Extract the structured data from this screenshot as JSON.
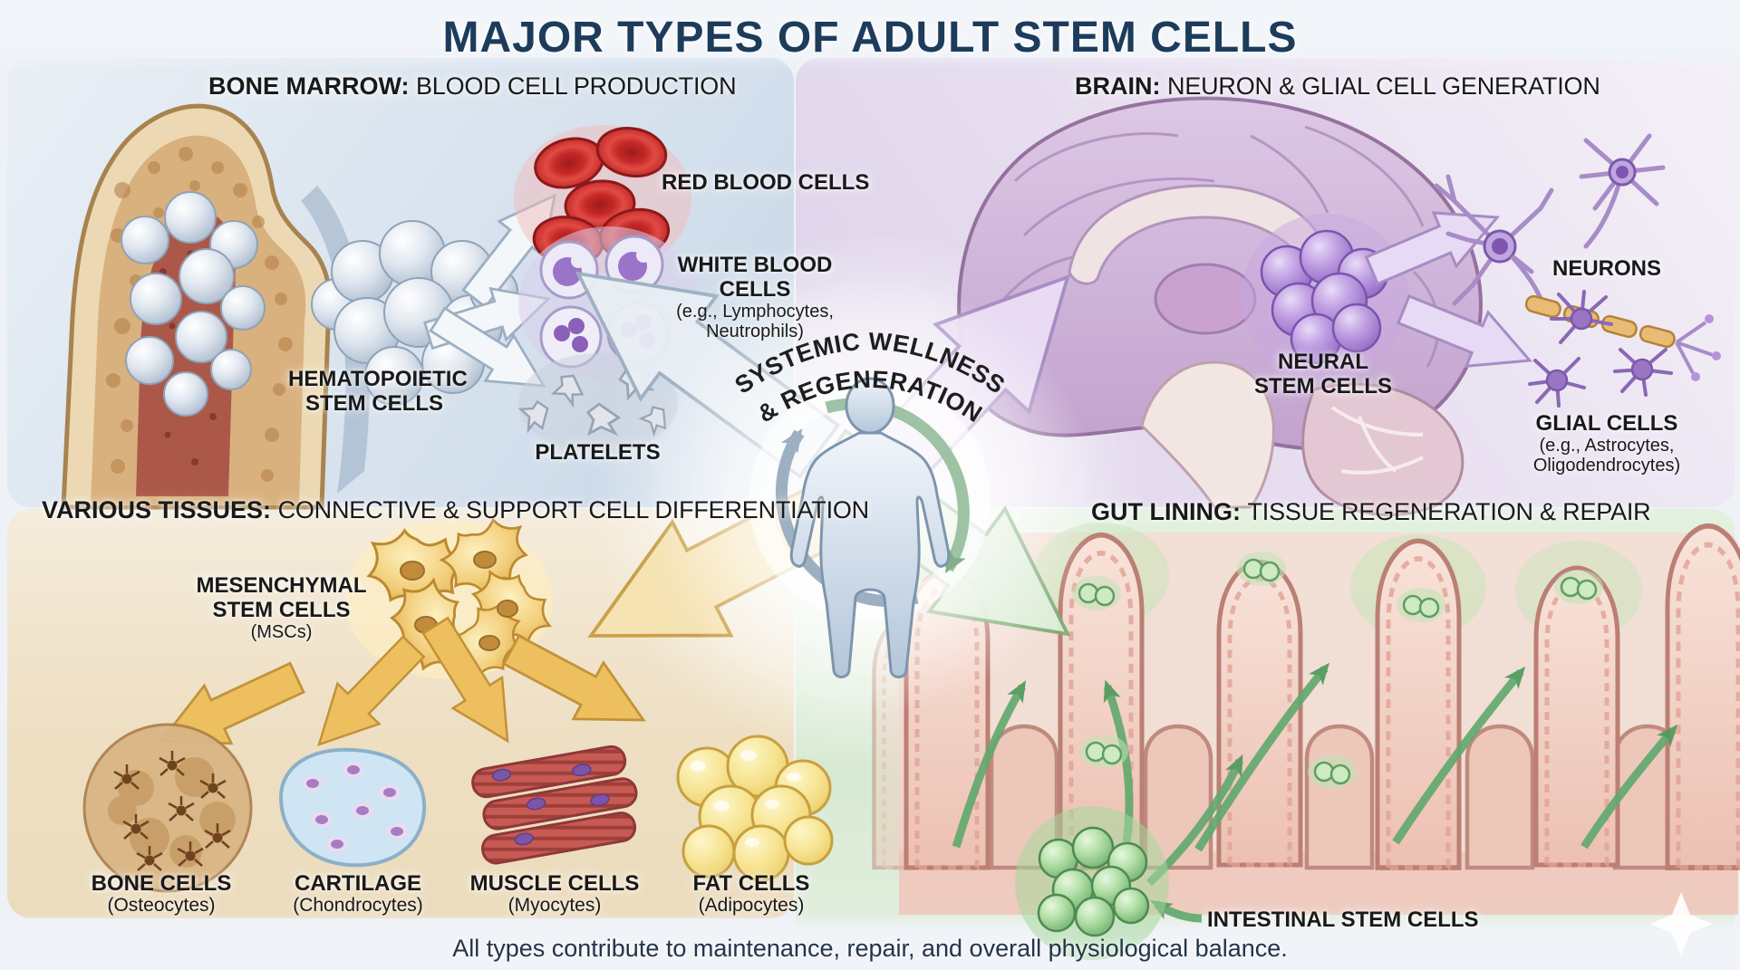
{
  "title": "MAJOR TYPES OF ADULT STEM CELLS",
  "footer": "All types contribute to maintenance, repair, and overall physiological balance.",
  "center": {
    "arc_line1": "SYSTEMIC WELLNESS",
    "arc_line2": "& REGENERATION"
  },
  "bone_marrow": {
    "heading_bold": "BONE MARROW:",
    "heading_rest": "BLOOD CELL PRODUCTION",
    "stem_line1": "HEMATOPOIETIC",
    "stem_line2": "STEM CELLS",
    "red_blood_cells": "RED BLOOD CELLS",
    "white_blood_cells": "WHITE BLOOD CELLS",
    "white_blood_cells_sub": "(e.g., Lymphocytes, Neutrophils)",
    "platelets": "PLATELETS"
  },
  "brain": {
    "heading_bold": "BRAIN:",
    "heading_rest": "NEURON & GLIAL CELL GENERATION",
    "stem_line1": "NEURAL",
    "stem_line2": "STEM CELLS",
    "neurons": "NEURONS",
    "glial_cells": "GLIAL CELLS",
    "glial_cells_sub": "(e.g., Astrocytes, Oligodendrocytes)"
  },
  "tissues": {
    "heading_bold": "VARIOUS TISSUES:",
    "heading_rest": "CONNECTIVE & SUPPORT CELL DIFFERENTIATION",
    "msc_line1": "MESENCHYMAL",
    "msc_line2": "STEM CELLS",
    "msc_line3": "(MSCs)",
    "cell_types": [
      {
        "label": "BONE CELLS",
        "sub": "(Osteocytes)"
      },
      {
        "label": "CARTILAGE",
        "sub": "(Chondrocytes)"
      },
      {
        "label": "MUSCLE CELLS",
        "sub": "(Myocytes)"
      },
      {
        "label": "FAT CELLS",
        "sub": "(Adipocytes)"
      }
    ]
  },
  "gut": {
    "heading_bold": "GUT LINING:",
    "heading_rest": "TISSUE REGENERATION & REPAIR",
    "stem_cells": "INTESTINAL STEM CELLS"
  },
  "palette": {
    "title_color": "#1d3c5c",
    "bone_marrow_bg": "#d3dfec",
    "brain_bg": "#e7def0",
    "tissues_bg": "#eedfc2",
    "gut_bg": "#d8ead3",
    "label_color": "#191919"
  }
}
